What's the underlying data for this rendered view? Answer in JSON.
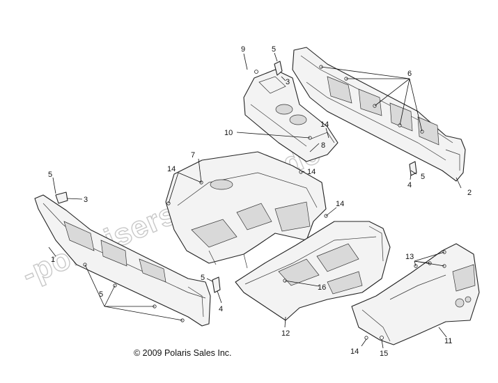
{
  "watermark": "-polarisersatzteile.de",
  "copyright": "© 2009 Polaris Sales Inc.",
  "callouts": {
    "c1": "1",
    "c2": "2",
    "c3a": "3",
    "c3b": "3",
    "c4a": "4",
    "c4b": "4",
    "c5a": "5",
    "c5b": "5",
    "c5c": "5",
    "c5d": "5",
    "c6": "6",
    "c7": "7",
    "c8": "8",
    "c9": "9",
    "c10": "10",
    "c11": "11",
    "c12": "12",
    "c13": "13",
    "c14a": "14",
    "c14b": "14",
    "c14c": "14",
    "c14d": "14",
    "c14e": "14",
    "c15": "15",
    "c16": "16"
  }
}
